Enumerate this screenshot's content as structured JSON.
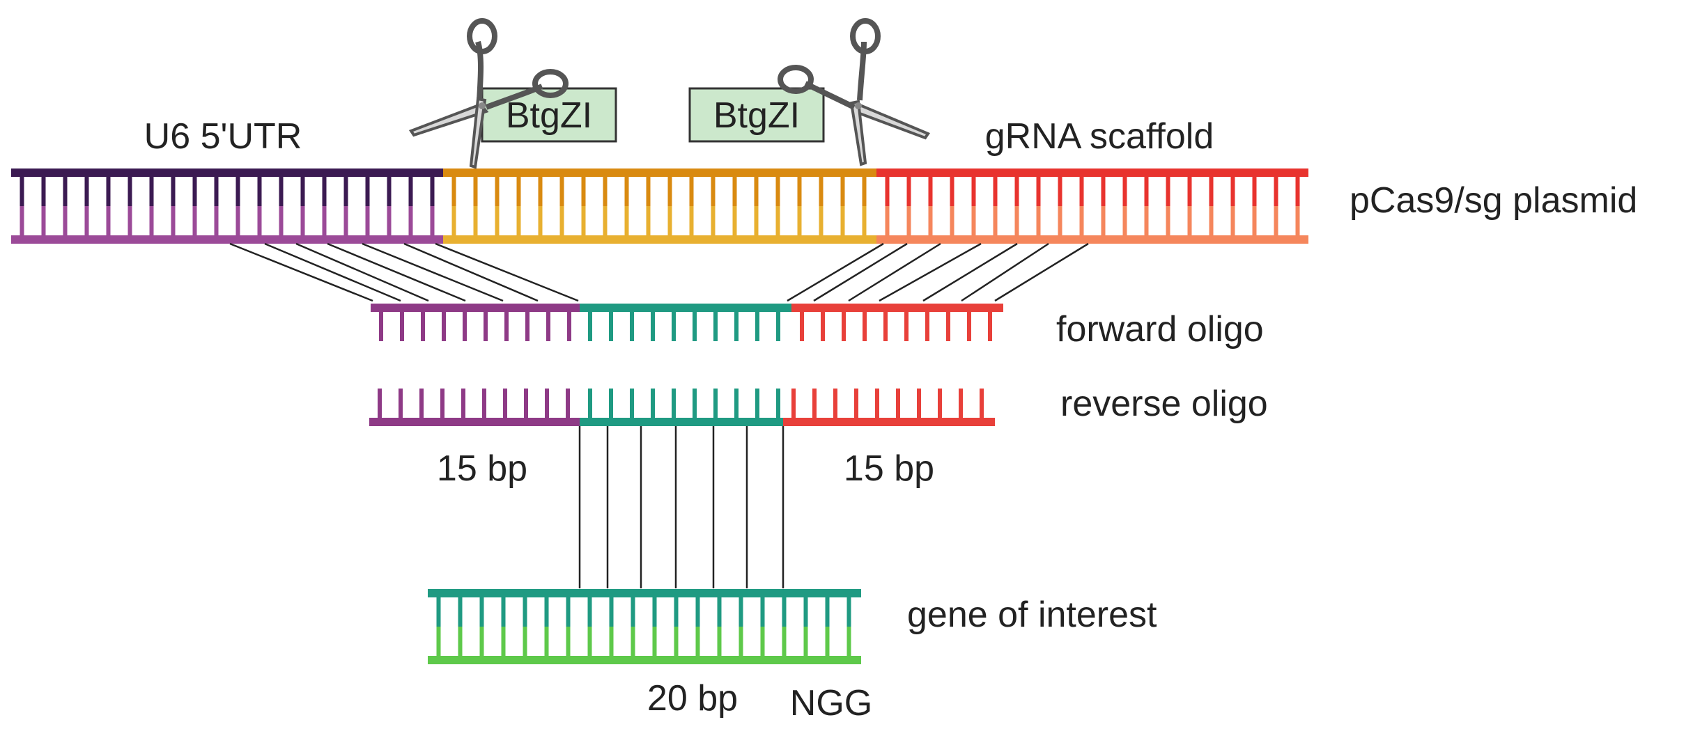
{
  "labels": {
    "u6_utr": "U6 5'UTR",
    "grna_scaffold": "gRNA scaffold",
    "plasmid": "pCas9/sg plasmid",
    "forward_oligo": "forward oligo",
    "reverse_oligo": "reverse oligo",
    "left_overlap": "15 bp",
    "right_overlap": "15 bp",
    "gene_of_interest": "gene of interest",
    "target_length": "20 bp",
    "pam": "NGG"
  },
  "enzymes": [
    {
      "name": "BtgZI"
    },
    {
      "name": "BtgZI"
    }
  ],
  "colors": {
    "u6_top": "#3b1a52",
    "u6_bottom": "#9b4a98",
    "spacer_top": "#d98a10",
    "spacer_bottom": "#e8b030",
    "scaffold_top": "#e8332e",
    "scaffold_bottom": "#f5865c",
    "oligo_purple": "#8e3a86",
    "oligo_teal": "#1f9a82",
    "oligo_red": "#e8403a",
    "gene_top": "#1f9a82",
    "gene_bottom": "#5ec94a",
    "enzyme_box_fill": "#cce8cc",
    "enzyme_box_stroke": "#333333"
  },
  "icons": [
    "scissors-icon",
    "scissors-icon"
  ]
}
